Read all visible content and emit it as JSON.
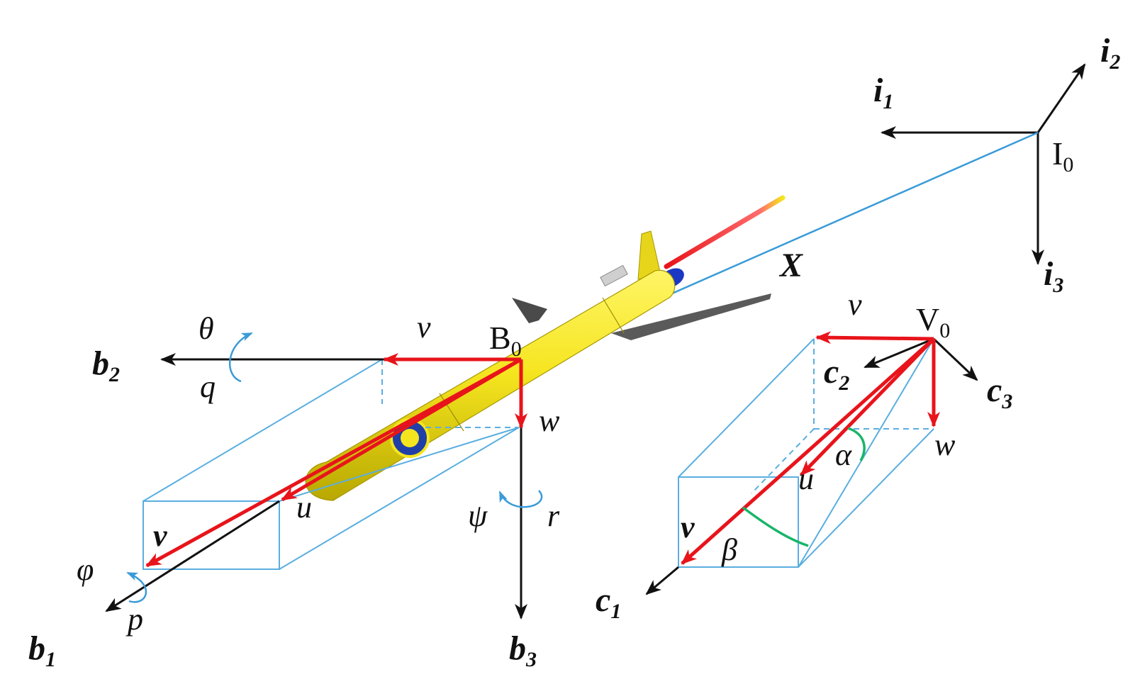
{
  "inertial_frame": {
    "origin": "I",
    "origin_sub": "0",
    "axis1": "i",
    "axis1_sub": "1",
    "axis2": "i",
    "axis2_sub": "2",
    "axis3": "i",
    "axis3_sub": "3"
  },
  "position_vector": "X",
  "body_frame": {
    "origin": "B",
    "origin_sub": "0",
    "axis1": "b",
    "axis1_sub": "1",
    "axis2": "b",
    "axis2_sub": "2",
    "axis3": "b",
    "axis3_sub": "3",
    "roll_angle": "φ",
    "roll_rate": "p",
    "pitch_angle": "θ",
    "pitch_rate": "q",
    "yaw_angle": "ψ",
    "yaw_rate": "r",
    "vel_u": "u",
    "vel_v": "v",
    "vel_w": "w",
    "vel_total": "v"
  },
  "velocity_frame": {
    "origin": "V",
    "origin_sub": "0",
    "axis1": "c",
    "axis1_sub": "1",
    "axis2": "c",
    "axis2_sub": "2",
    "axis3": "c",
    "axis3_sub": "3",
    "vel_u": "u",
    "vel_v": "v",
    "vel_w": "w",
    "vel_total": "v",
    "attack_angle": "α",
    "sideslip_angle": "β"
  },
  "colors": {
    "axis": "#111111",
    "velocity": "#e8141b",
    "box": "#5aaee0",
    "angle_arc": "#19b56a",
    "rotation_arrow": "#3a9bd8",
    "glider_body": "#f5e51f",
    "glider_shadow": "#b8a800",
    "fin": "#555555"
  }
}
